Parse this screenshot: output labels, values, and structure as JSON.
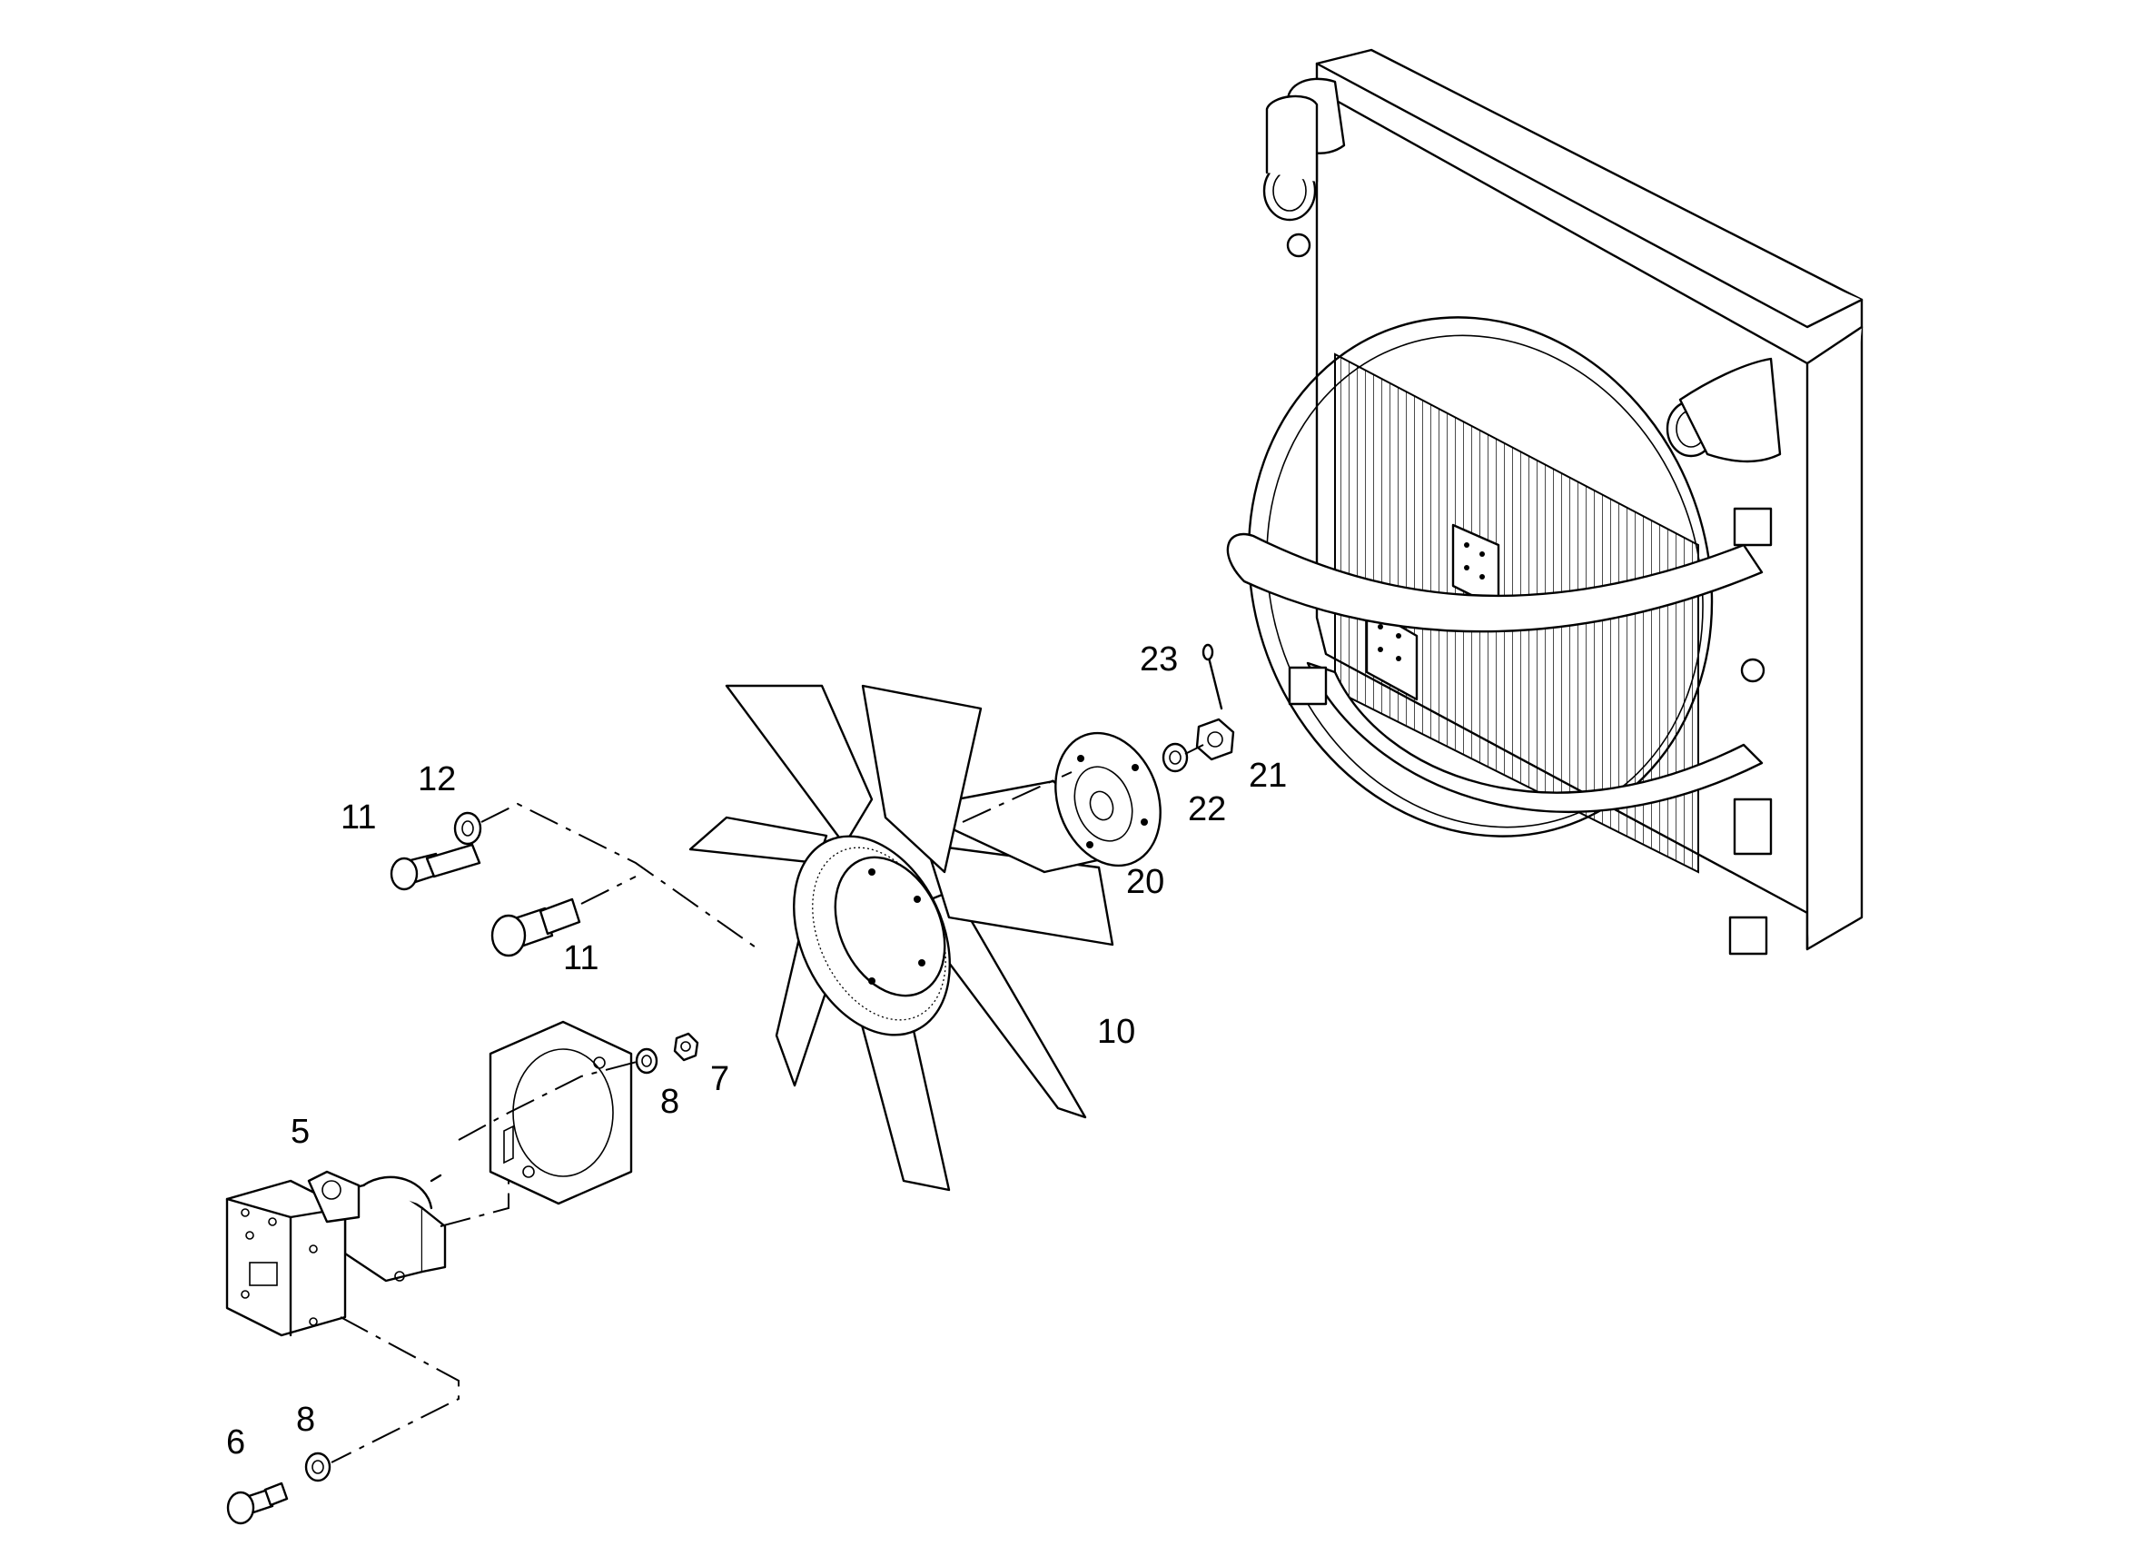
{
  "callouts": {
    "c5": "5",
    "c6": "6",
    "c7": "7",
    "c8a": "8",
    "c8b": "8",
    "c10": "10",
    "c11a": "11",
    "c11b": "11",
    "c12": "12",
    "c20": "20",
    "c21": "21",
    "c22": "22",
    "c23": "23"
  }
}
